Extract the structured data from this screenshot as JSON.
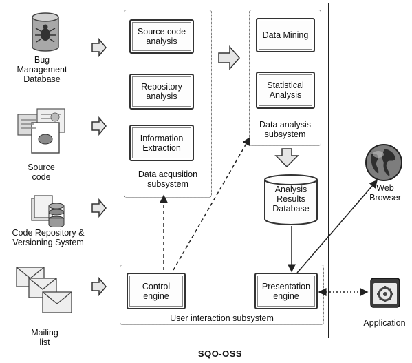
{
  "sources": {
    "bug_db": "Bug\nManagement\nDatabase",
    "source_code": "Source\ncode",
    "code_repo": "Code Repository &\nVersioning System",
    "mailing_list": "Mailing\nlist"
  },
  "system": {
    "title": "SQO-OSS",
    "acquisition": {
      "label": "Data acqusition\nsubsystem",
      "modules": [
        "Source code\nanalysis",
        "Repository\nanalysis",
        "Information\nExtraction"
      ]
    },
    "analysis": {
      "label": "Data analysis\nsubsystem",
      "modules": [
        "Data Mining",
        "Statistical\nAnalysis"
      ]
    },
    "results_db": "Analysis\nResults\nDatabase",
    "interaction": {
      "label": "User interaction subsystem",
      "control": "Control\nengine",
      "presentation": "Presentation\nengine"
    }
  },
  "clients": {
    "web_browser": "Web\nBrowser",
    "application": "Application"
  },
  "colors": {
    "frame": "#222222",
    "arrow_fill": "#e6e6e6",
    "icon_gray": "#9a9a9a"
  }
}
